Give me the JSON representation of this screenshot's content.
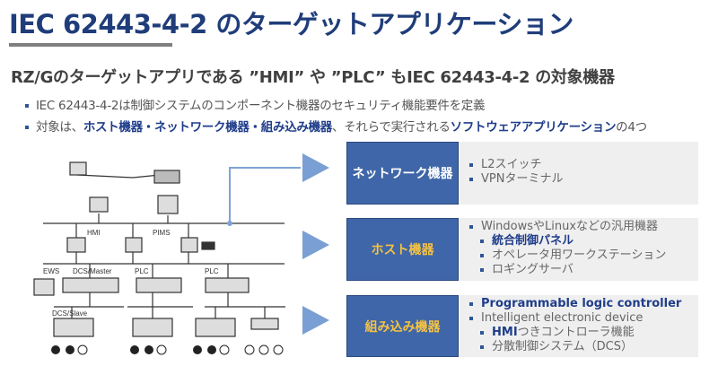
{
  "title": "IEC 62443-4-2 のターゲットアプリケーション",
  "subtitle": "RZ/Gのターゲットアプリである ”HMI” や ”PLC” もIEC 62443-4-2 の対象機器",
  "bullets": {
    "b1": "IEC 62443-4-2は制御システムのコンポーネント機器のセキュリティ機能要件を定義",
    "b2_pre": "対象は、",
    "b2_hl1": "ホスト機器・ネットワーク機器・組み込み機器",
    "b2_mid": "、それらで実行される",
    "b2_hl2": "ソフトウェアアプリケーション",
    "b2_post": "の4つ"
  },
  "diagram_labels": {
    "hmi": "HMI",
    "pims": "PIMS",
    "ews": "EWS",
    "dcs_master": "DCS/Master",
    "plc1": "PLC",
    "plc2": "PLC",
    "dcs_slave": "DCS/Slave"
  },
  "categories": [
    {
      "label": "ネットワーク機器",
      "color": "#ffffff",
      "items": [
        "L2スイッチ",
        "VPNターミナル"
      ]
    },
    {
      "label": "ホスト機器",
      "color": "#f5c242",
      "items": [
        "WindowsやLinuxなどの汎用機器"
      ],
      "subitems": [
        "統合制御パネル",
        "オペレータ用ワークステーション",
        "ロギングサーバ"
      ]
    },
    {
      "label": "組み込み機器",
      "color": "#f5c242",
      "items": [
        "Programmable logic controller",
        "Intelligent electronic device"
      ],
      "subitems_hl": "HMI",
      "subitems": [
        "つきコントローラ機能",
        "分散制御システム（DCS）"
      ]
    }
  ]
}
